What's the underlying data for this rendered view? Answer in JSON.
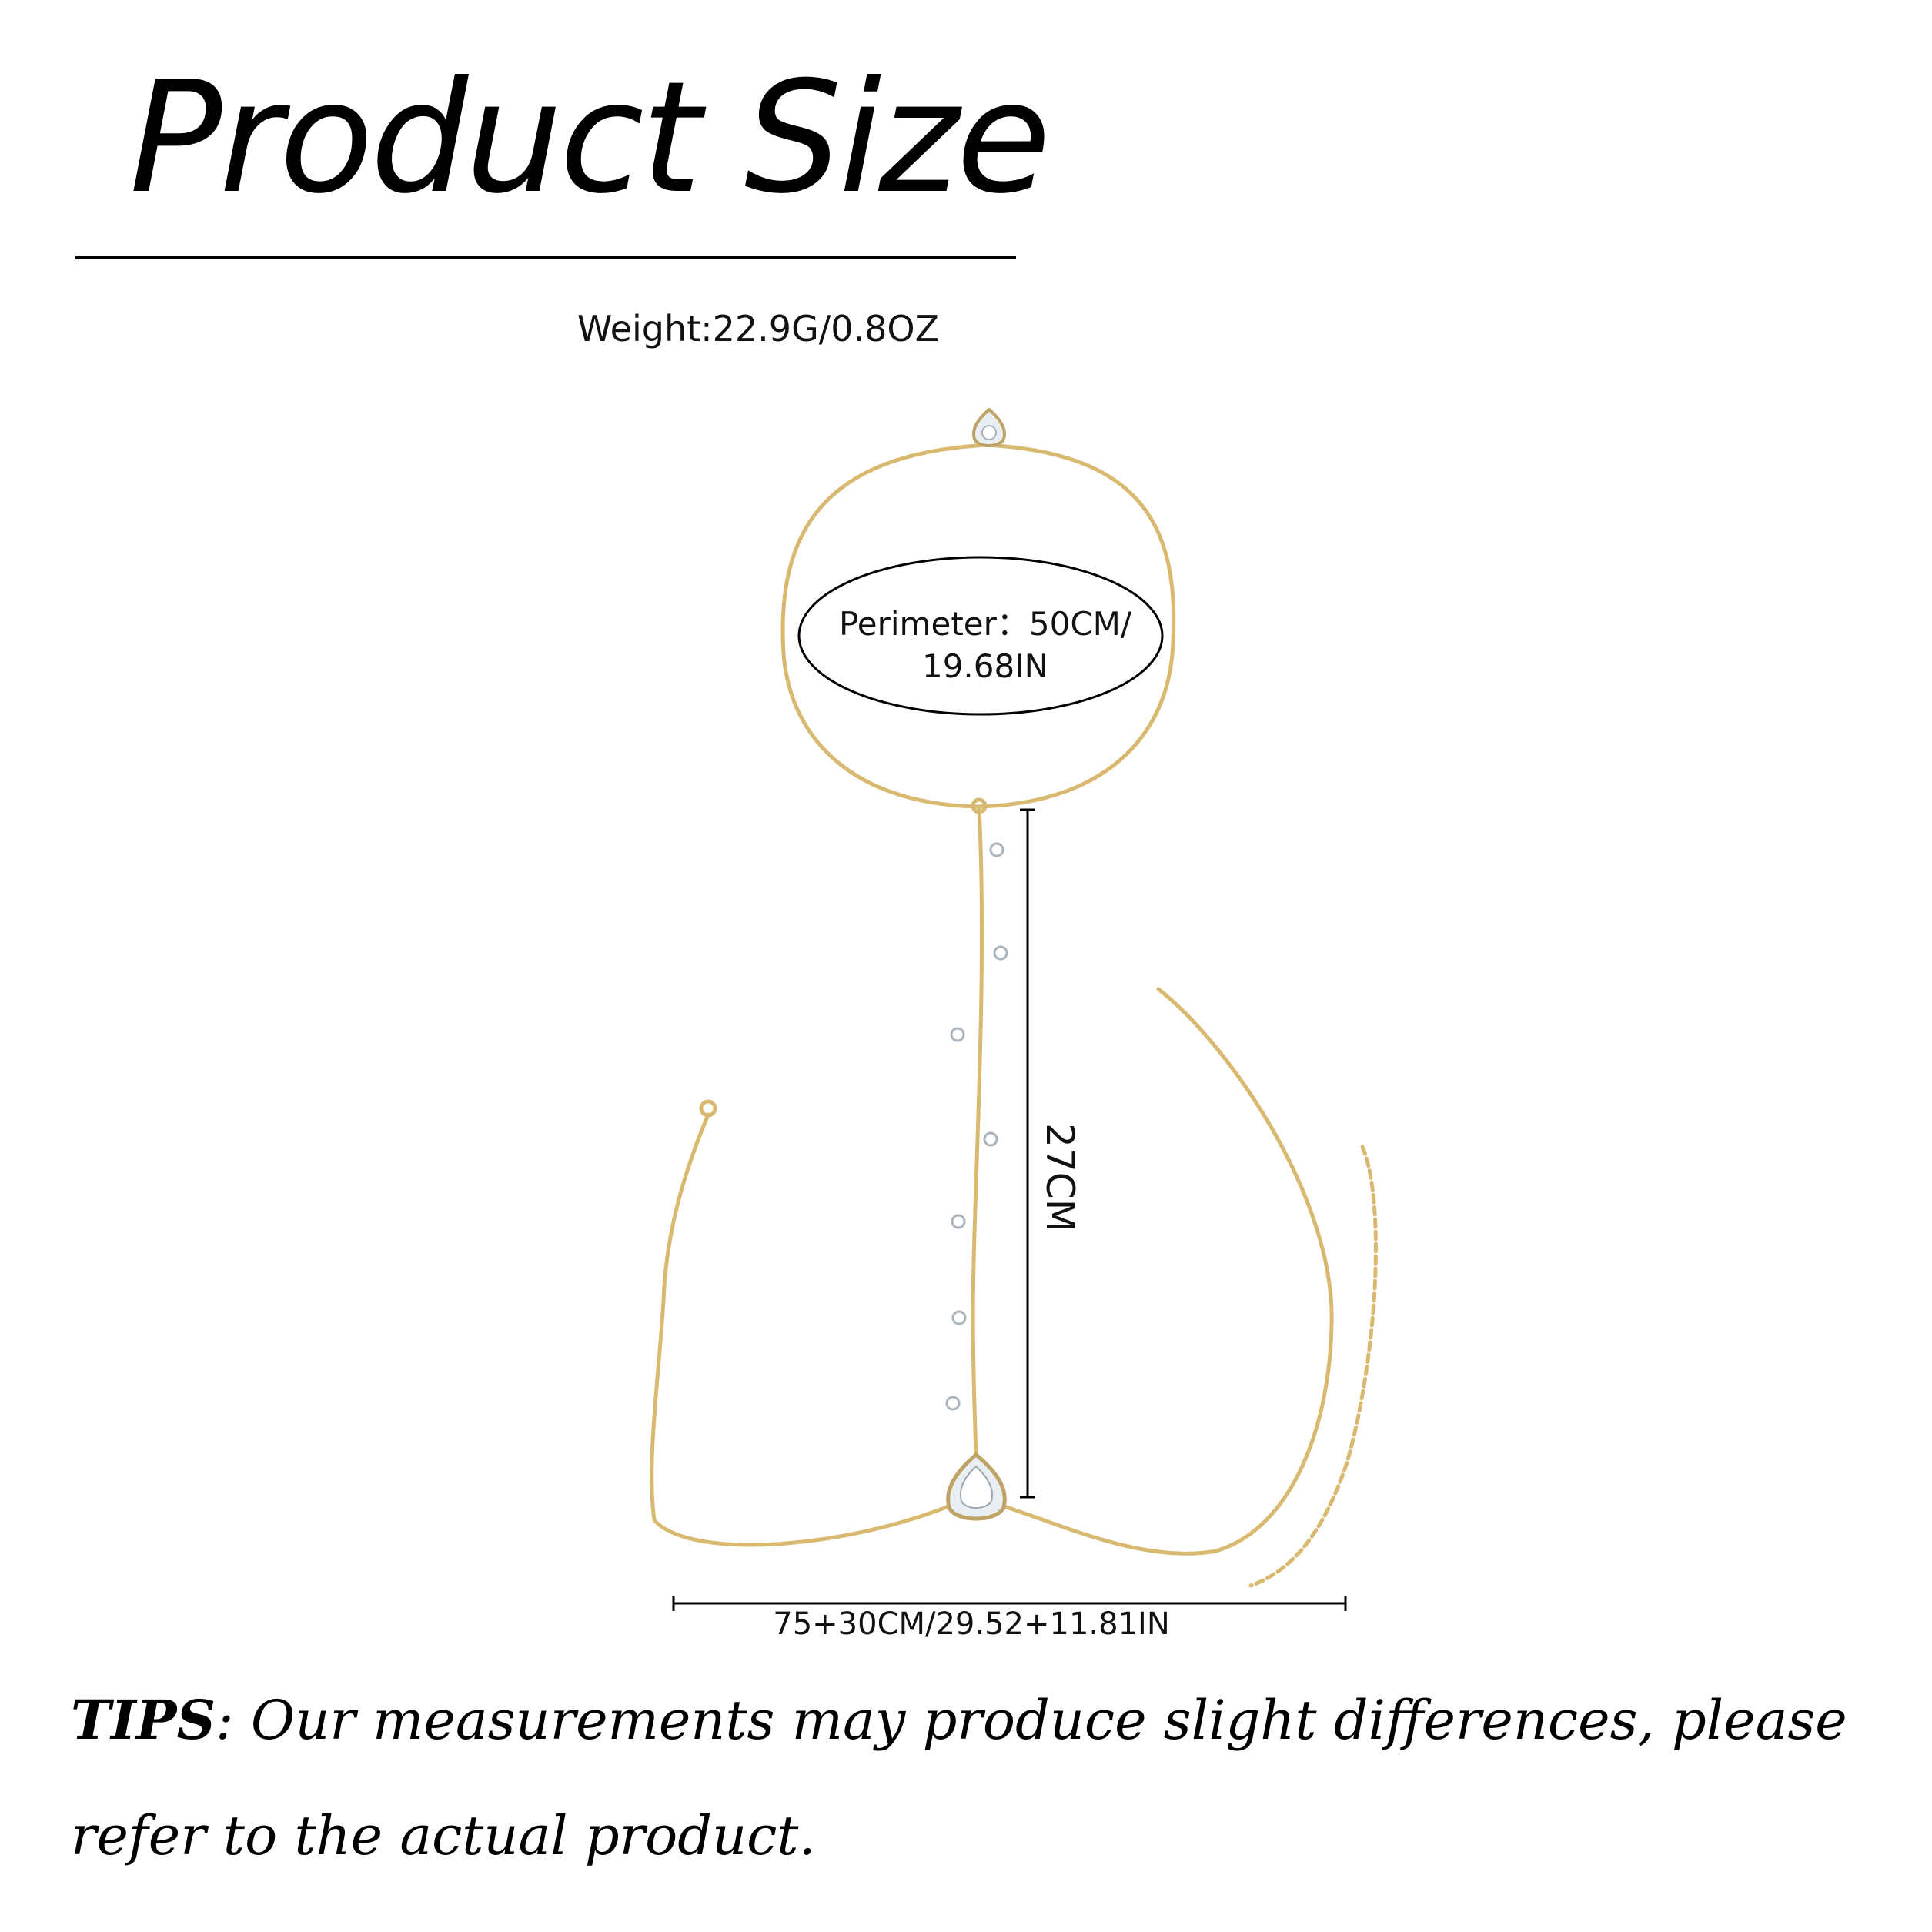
{
  "title": "Product Size",
  "weight": "Weight:22.9G/0.8OZ",
  "perimeter": {
    "line1": "Perimeter：50CM/",
    "line2": "19.68IN"
  },
  "length_label": "27CM",
  "width_label": "75+30CM/29.52+11.81IN",
  "tips": {
    "label": "TIPS",
    "separator": ":",
    "text": " Our measurements may produce slight differences, please refer to the actual product."
  },
  "colors": {
    "chain": "#d9b970",
    "crystal": "#e9eef3",
    "ink": "#111111"
  }
}
